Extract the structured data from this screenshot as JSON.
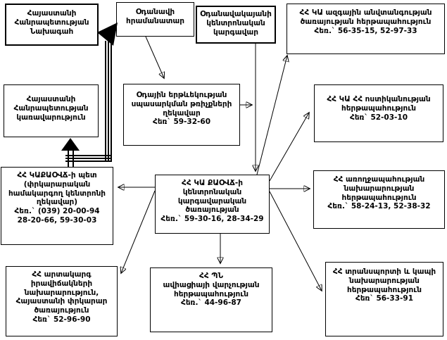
{
  "colors": {
    "background": "#ffffff",
    "box_border": "#000000",
    "text": "#000000",
    "arrow": "#000000"
  },
  "nodes": {
    "president": {
      "lines": [
        "Հայաստանի",
        "Հանրապետության",
        "Նախագահ"
      ]
    },
    "commander": {
      "lines": [
        "Օդանավի",
        "հրամանատար"
      ]
    },
    "dispatcher": {
      "lines": [
        "Օդանավակայանի",
        "կենտրոնական",
        "կարգավար"
      ]
    },
    "nss": {
      "lines": [
        "ՀՀ ԿԱ ազգային անվտանգության",
        "ծառայության հերթապահություն",
        "Հեռ.` 56-35-15, 52-97-33"
      ]
    },
    "government": {
      "lines": [
        "Հայաստանի",
        "Հանրապետության",
        "կառավարություն"
      ]
    },
    "atc": {
      "lines": [
        "Օդային երթևեկության",
        "սպասարկման թռիչքների",
        "ղեկավար",
        "Հեռ` 59-32-60"
      ]
    },
    "police": {
      "lines": [
        "ՀՀ ԿԱ ՀՀ ոստիկանության",
        "հերթապահություն",
        "Հեռ` 52-03-10"
      ]
    },
    "chief": {
      "lines": [
        "ՀՀ ԿԱՔԱՕՎՃ-ի պետ",
        "(փրկարարական",
        "համակարգող կենտրոնի",
        "ղեկավար)",
        "Հեռ.` (039) 20-00-94",
        "28-20-66, 59-30-03"
      ]
    },
    "center": {
      "lines": [
        "ՀՀ ԿԱ ՔԱՕՎՃ-ի",
        "կենտրոնական",
        "կարգավարական",
        "ծառայության",
        "Հեռ.` 59-30-16, 28-34-29"
      ]
    },
    "health": {
      "lines": [
        "ՀՀ առողջապահության",
        "նախարարության",
        "հերթապահություն",
        "Հեռ.` 58-24-13, 52-38-32"
      ]
    },
    "emergency": {
      "lines": [
        "ՀՀ արտակարգ",
        "իրավիճակների",
        "նախարարություն,",
        "Հայաստանի փրկարար",
        "ծառայություն",
        "Հեռ` 52-96-90"
      ]
    },
    "defense": {
      "lines": [
        "ՀՀ ՊՆ",
        "ավիացիայի վարչության",
        "հերթապահություն",
        "Հեռ.` 44-96-87"
      ]
    },
    "transport": {
      "lines": [
        "ՀՀ տրանսպորտի և կապի",
        "նախարարության",
        "հերթապահություն",
        "Հեռ` 56-33-91"
      ]
    }
  },
  "edges": [
    {
      "from": "chief",
      "to": "government",
      "style": "thick"
    },
    {
      "from": "chief",
      "to": "president",
      "style": "thick"
    },
    {
      "from": "commander",
      "to": "atc",
      "style": "thin"
    },
    {
      "from": "dispatcher",
      "to": "center",
      "style": "thin"
    },
    {
      "from": "atc",
      "to": "center",
      "style": "thin"
    },
    {
      "from": "center",
      "to": "nss",
      "style": "thin"
    },
    {
      "from": "center",
      "to": "police",
      "style": "thin"
    },
    {
      "from": "center",
      "to": "health",
      "style": "thin"
    },
    {
      "from": "center",
      "to": "transport",
      "style": "thin"
    },
    {
      "from": "center",
      "to": "chief",
      "style": "thin"
    },
    {
      "from": "center",
      "to": "emergency",
      "style": "thin"
    },
    {
      "from": "center",
      "to": "defense",
      "style": "thin"
    }
  ]
}
